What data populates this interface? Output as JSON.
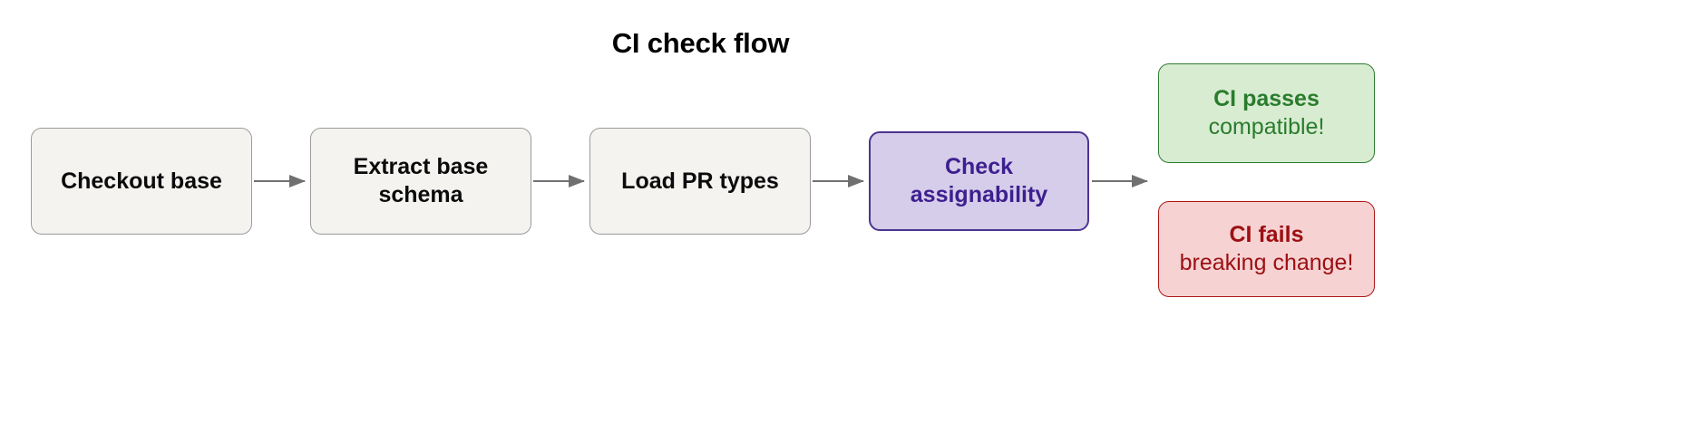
{
  "title": "CI check flow",
  "diagram": {
    "type": "flowchart",
    "orientation": "left-to-right",
    "background": "#ffffff",
    "nodes": [
      {
        "id": "n1",
        "label": "Checkout base",
        "sublabel": "",
        "style": "process",
        "fill": "#f4f3f0",
        "stroke": "#9b9b9b",
        "text_color": "#0b0b0b"
      },
      {
        "id": "n2",
        "label": "Extract base",
        "sublabel": "schema",
        "style": "process",
        "fill": "#f4f3f0",
        "stroke": "#9b9b9b",
        "text_color": "#0b0b0b"
      },
      {
        "id": "n3",
        "label": "Load PR types",
        "sublabel": "",
        "style": "process",
        "fill": "#f4f3f0",
        "stroke": "#9b9b9b",
        "text_color": "#0b0b0b"
      },
      {
        "id": "n4",
        "label": "Check",
        "sublabel": "assignability",
        "style": "highlight",
        "fill": "#d5cdea",
        "stroke": "#4b3590",
        "text_color": "#3d1f8f"
      },
      {
        "id": "n5",
        "label": "CI passes",
        "sublabel": "compatible!",
        "style": "success",
        "fill": "#d8ecd2",
        "stroke": "#2e7d32",
        "text_color": "#2a7c2d"
      },
      {
        "id": "n6",
        "label": "CI fails",
        "sublabel": "breaking change!",
        "style": "failure",
        "fill": "#f6d2d2",
        "stroke": "#ad1818",
        "text_color": "#9c0f14"
      }
    ],
    "edges": [
      {
        "id": "e1",
        "from": "n1",
        "to": "n2",
        "label": "",
        "color": "#707070"
      },
      {
        "id": "e2",
        "from": "n2",
        "to": "n3",
        "label": "",
        "color": "#707070"
      },
      {
        "id": "e3",
        "from": "n3",
        "to": "n4",
        "label": "",
        "color": "#707070"
      },
      {
        "id": "e4",
        "from": "n4",
        "to": "n5",
        "label": "",
        "color": "#707070"
      }
    ]
  }
}
